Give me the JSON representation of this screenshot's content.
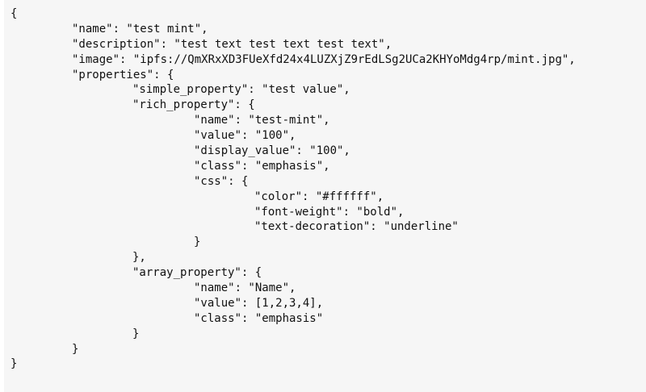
{
  "code": {
    "lines": [
      {
        "indent": 0,
        "text": "{"
      },
      {
        "indent": 1,
        "text": "\"name\": \"test mint\","
      },
      {
        "indent": 1,
        "text": "\"description\": \"test text test text test text\","
      },
      {
        "indent": 1,
        "text": "\"image\": \"ipfs://QmXRxXD3FUeXfd24x4LUZXjZ9rEdLSg2UCa2KHYoMdg4rp/mint.jpg\","
      },
      {
        "indent": 1,
        "text": "\"properties\": {"
      },
      {
        "indent": 2,
        "text": "\"simple_property\": \"test value\","
      },
      {
        "indent": 2,
        "text": "\"rich_property\": {"
      },
      {
        "indent": 3,
        "text": "\"name\": \"test-mint\","
      },
      {
        "indent": 3,
        "text": "\"value\": \"100\","
      },
      {
        "indent": 3,
        "text": "\"display_value\": \"100\","
      },
      {
        "indent": 3,
        "text": "\"class\": \"emphasis\","
      },
      {
        "indent": 3,
        "text": "\"css\": {"
      },
      {
        "indent": 4,
        "text": "\"color\": \"#ffffff\","
      },
      {
        "indent": 4,
        "text": "\"font-weight\": \"bold\","
      },
      {
        "indent": 4,
        "text": "\"text-decoration\": \"underline\""
      },
      {
        "indent": 3,
        "text": "}"
      },
      {
        "indent": 2,
        "text": "},"
      },
      {
        "indent": 2,
        "text": "\"array_property\": {"
      },
      {
        "indent": 3,
        "text": "\"name\": \"Name\","
      },
      {
        "indent": 3,
        "text": "\"value\": [1,2,3,4],"
      },
      {
        "indent": 3,
        "text": "\"class\": \"emphasis\""
      },
      {
        "indent": 2,
        "text": "}"
      },
      {
        "indent": 1,
        "text": "}"
      },
      {
        "indent": 0,
        "text": "}"
      }
    ]
  }
}
